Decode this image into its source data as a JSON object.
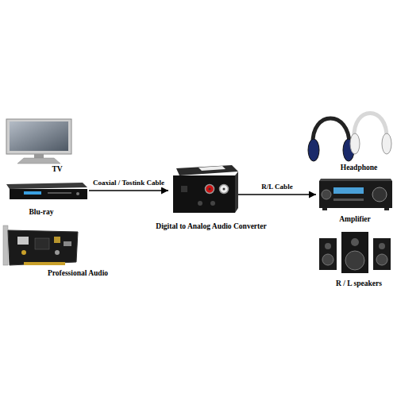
{
  "diagram": {
    "nodes": [
      {
        "text": [
          "TV"
        ]
      },
      {
        "text": [
          "Blu-ray"
        ]
      },
      {
        "text": [
          "Professional Audio"
        ]
      },
      {
        "text": [
          "Digital to Analog Audio Converter"
        ]
      },
      {
        "text": [
          "Headphone"
        ]
      },
      {
        "text": [
          "Amplifier"
        ]
      },
      {
        "text": [
          "R / L speakers"
        ]
      }
    ],
    "edges": [
      {
        "from": 1,
        "to": 3,
        "label": "Coaxial / Tostink Cable",
        "arrow": "to"
      },
      {
        "from": 3,
        "to": 5,
        "label": "R/L Cable",
        "arrow": "to"
      }
    ]
  }
}
